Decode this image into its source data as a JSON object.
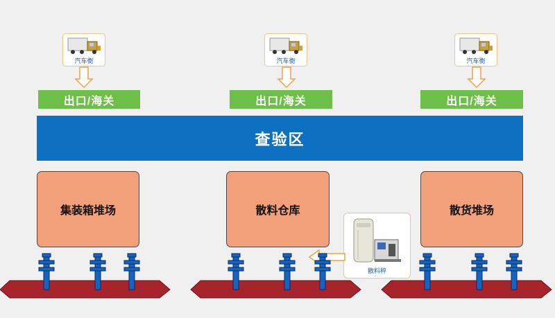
{
  "truck_scale_label": "汽车衡",
  "exits": [
    "出口/海关",
    "出口/海关",
    "出口/海关"
  ],
  "inspection_zone": "查验区",
  "storage": [
    "集装箱堆场",
    "散料仓库",
    "散货堆场"
  ],
  "bulk_scale_label": "散料秤",
  "colors": {
    "background": "#f0f0f0",
    "exit_green": "#6dbf4a",
    "inspection_blue": "#0e70c0",
    "storage_orange": "#f2a07a",
    "ship_red": "#a8242c",
    "bollard_blue": "#1565c0",
    "arrow_outline": "#f0a040"
  },
  "icons": [
    "truck-icon",
    "down-arrow-icon",
    "bollard-icon",
    "ship-hull-icon",
    "bulk-scale-machine-icon",
    "left-arrow-icon"
  ]
}
